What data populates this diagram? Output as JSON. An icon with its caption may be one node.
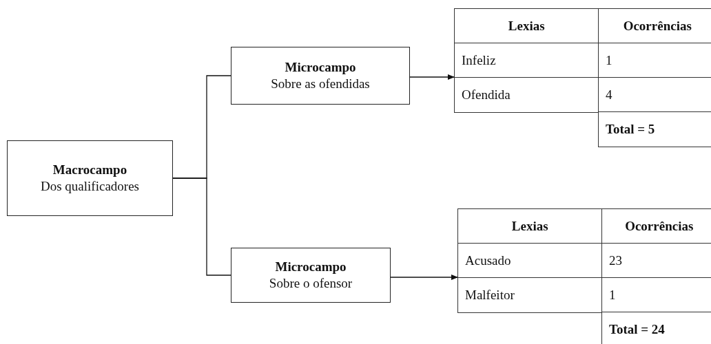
{
  "diagram": {
    "nodes": [
      {
        "text": [
          "Macrocampo",
          "Dos qualificadores"
        ]
      },
      {
        "text": [
          "Microcampo",
          "Sobre as ofendidas"
        ]
      },
      {
        "text": [
          "Lexias",
          "Ocorrências",
          "Infeliz",
          "1",
          "Ofendida",
          "4",
          "Total = 5"
        ]
      },
      {
        "text": [
          "Microcampo",
          "Sobre o ofensor"
        ]
      },
      {
        "text": [
          "Lexias",
          "Ocorrências",
          "Acusado",
          "23",
          "Malfeitor",
          "1",
          "Total = 24"
        ]
      }
    ],
    "edges": [
      {
        "from": 0,
        "to": 1,
        "arrow": "none"
      },
      {
        "from": 1,
        "to": 2,
        "arrow": "to"
      },
      {
        "from": 0,
        "to": 3,
        "arrow": "none"
      },
      {
        "from": 3,
        "to": 4,
        "arrow": "to"
      }
    ]
  }
}
